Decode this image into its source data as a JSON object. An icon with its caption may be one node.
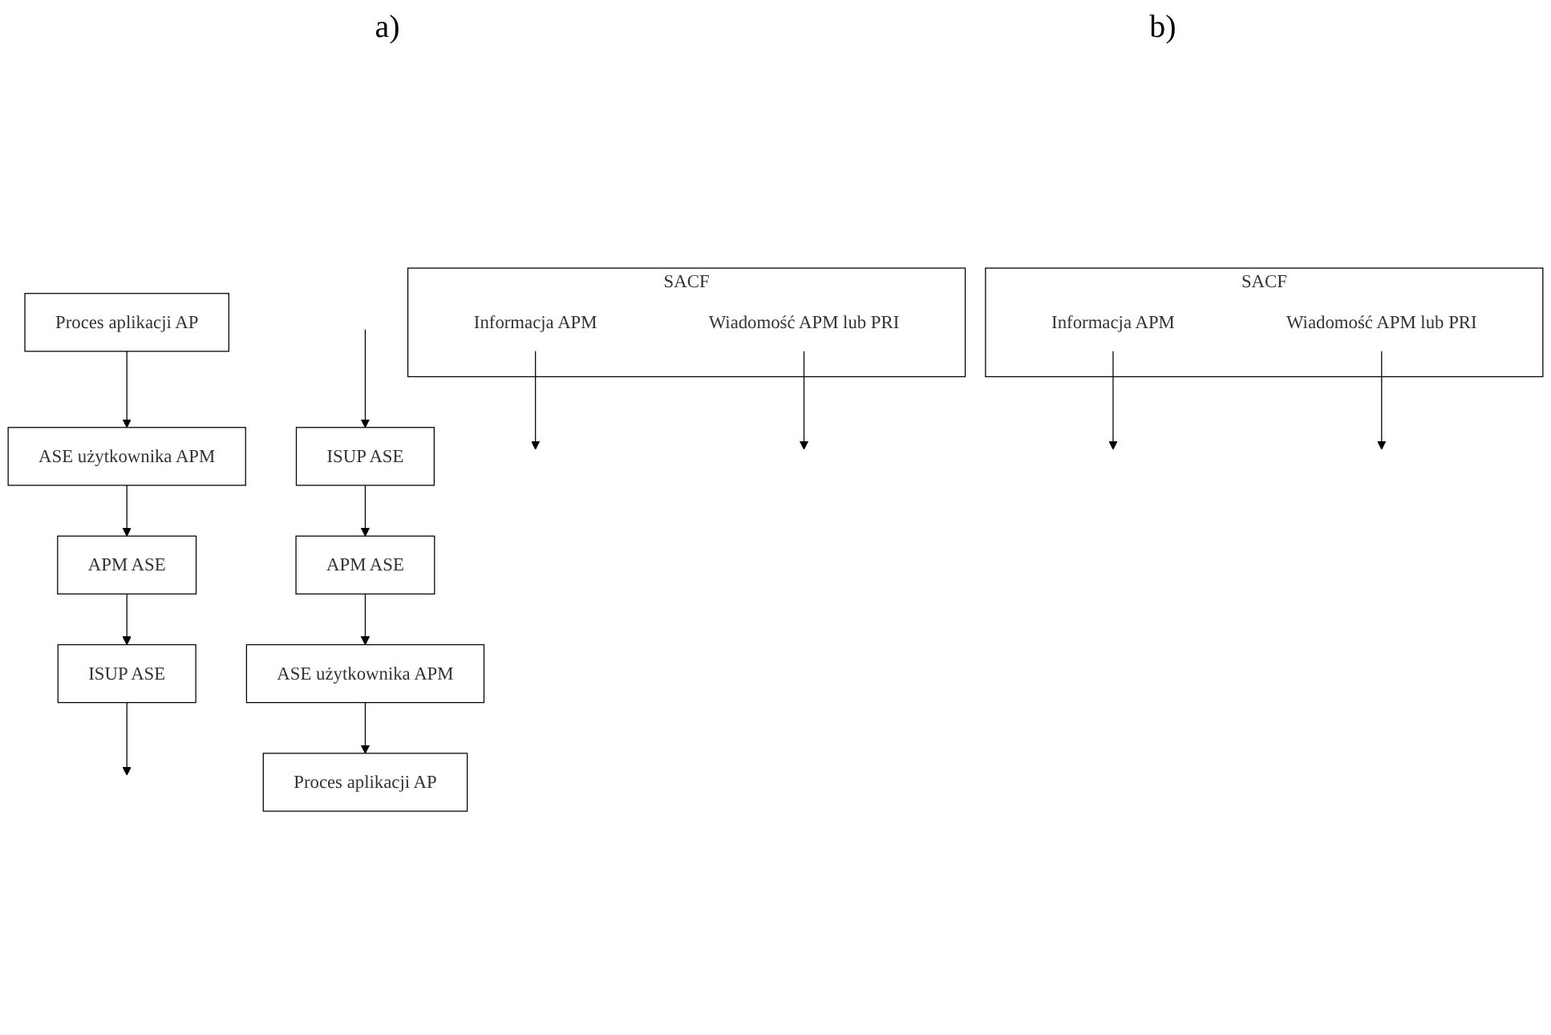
{
  "diagram": {
    "nodes": [
      {
        "text": [
          "Proces aplikacji AP"
        ]
      },
      {
        "text": [
          "SACF"
        ]
      },
      {
        "text": [
          "Informacja APM"
        ],
        "in": 1
      },
      {
        "text": [
          "Wiadomość APM lub PRI"
        ],
        "in": 1
      },
      {
        "text": [
          "ASE użytkownika APM"
        ]
      },
      {
        "text": [
          "APM ASE"
        ]
      },
      {
        "text": [
          "ISUP ASE"
        ]
      },
      {
        "text": [
          "Proces aplikacji AP"
        ]
      },
      {
        "text": [
          "SACF"
        ]
      },
      {
        "text": [
          "Informacja APM"
        ],
        "in": 8
      },
      {
        "text": [
          "Wiadomość APM lub PRI"
        ],
        "in": 8
      },
      {
        "text": [
          "ASE użytkownika APM"
        ]
      },
      {
        "text": [
          "APM ASE"
        ]
      },
      {
        "text": [
          "ISUP ASE"
        ]
      }
    ],
    "edges": [
      {
        "from": 0,
        "to": 4,
        "arrow": "to"
      },
      {
        "from": 4,
        "to": 5,
        "arrow": "to"
      },
      {
        "from": 5,
        "to": 6,
        "arrow": "to"
      },
      {
        "from": 6,
        "to": null,
        "arrow": "to"
      },
      {
        "from": 2,
        "to": null,
        "arrow": "to"
      },
      {
        "from": 3,
        "to": null,
        "arrow": "to"
      },
      {
        "from": null,
        "to": 13,
        "arrow": "to"
      },
      {
        "from": 13,
        "to": 12,
        "arrow": "to"
      },
      {
        "from": 12,
        "to": 11,
        "arrow": "to"
      },
      {
        "from": 11,
        "to": 7,
        "arrow": "to"
      },
      {
        "from": 9,
        "to": null,
        "arrow": "to"
      },
      {
        "from": 10,
        "to": null,
        "arrow": "to"
      }
    ],
    "labels": [
      "a)",
      "b)"
    ]
  }
}
